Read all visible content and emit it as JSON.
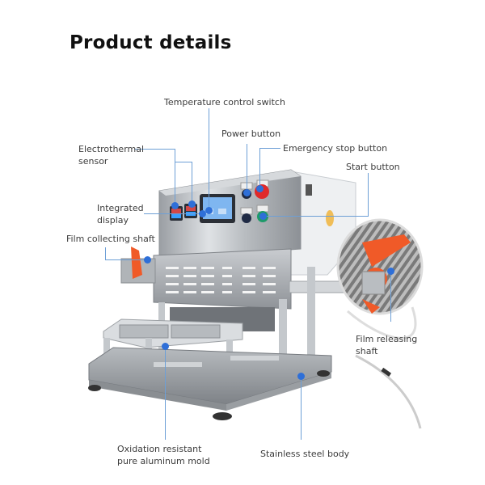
{
  "page": {
    "title": "Product details"
  },
  "callouts": {
    "temperature_control_switch": "Temperature control switch",
    "power_button": "Power button",
    "emergency_stop_button": "Emergency stop button",
    "electrothermal_sensor_line1": "Electrothermal",
    "electrothermal_sensor_line2": "sensor",
    "start_button": "Start button",
    "integrated_display_line1": "Integrated",
    "integrated_display_line2": "display",
    "film_collecting_shaft": "Film collecting shaft",
    "film_releasing_shaft_line1": "Film releasing",
    "film_releasing_shaft_line2": "shaft",
    "aluminum_mold_line1": "Oxidation resistant",
    "aluminum_mold_line2": "pure aluminum mold",
    "stainless_steel_body": "Stainless steel body"
  },
  "colors": {
    "callout_line": "#6d9fd6",
    "callout_dot": "#2e6fd8",
    "shaft_orange": "#f05a28",
    "emergency_red": "#e02a2a",
    "start_green": "#1f9a6a"
  }
}
